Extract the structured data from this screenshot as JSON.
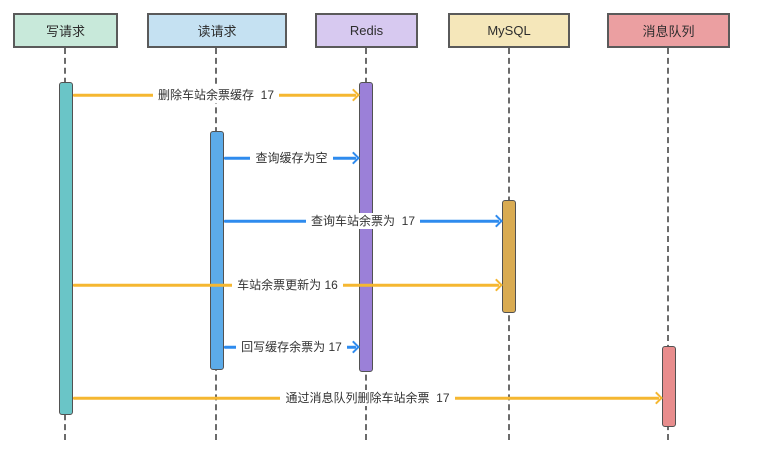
{
  "diagram": {
    "type": "sequence-diagram",
    "participants": [
      {
        "id": "write-request",
        "label": "写请求",
        "box_fill": "#c8e9da",
        "bar_fill": "#6ac5c7"
      },
      {
        "id": "read-request",
        "label": "读请求",
        "box_fill": "#c5e1f2",
        "bar_fill": "#5cabe9"
      },
      {
        "id": "redis",
        "label": "Redis",
        "box_fill": "#d7c9f0",
        "bar_fill": "#9b80d8"
      },
      {
        "id": "mysql",
        "label": "MySQL",
        "box_fill": "#f5e7ba",
        "bar_fill": "#d9ab52"
      },
      {
        "id": "message-queue",
        "label": "消息队列",
        "box_fill": "#eb9fa1",
        "bar_fill": "#e88d8d"
      }
    ],
    "messages": [
      {
        "from": "write-request",
        "to": "redis",
        "label": "删除车站余票缓存  17",
        "color": "#f5b731",
        "color_name": "yellow"
      },
      {
        "from": "read-request",
        "to": "redis",
        "label": "查询缓存为空",
        "color": "#2e8bee",
        "color_name": "blue"
      },
      {
        "from": "read-request",
        "to": "mysql",
        "label": "查询车站余票为  17",
        "color": "#2e8bee",
        "color_name": "blue"
      },
      {
        "from": "write-request",
        "to": "mysql",
        "label": "车站余票更新为 16",
        "color": "#f5b731",
        "color_name": "yellow"
      },
      {
        "from": "read-request",
        "to": "redis",
        "label": "回写缓存余票为 17",
        "color": "#2e8bee",
        "color_name": "blue"
      },
      {
        "from": "write-request",
        "to": "message-queue",
        "label": "通过消息队列删除车站余票  17",
        "color": "#f5b731",
        "color_name": "yellow"
      }
    ],
    "colors": {
      "arrow_yellow": "#f5b731",
      "arrow_blue": "#2e8bee",
      "lifeline": "#6b6b6b",
      "shape_border": "#5a5a5a",
      "label_text": "#333333"
    }
  }
}
